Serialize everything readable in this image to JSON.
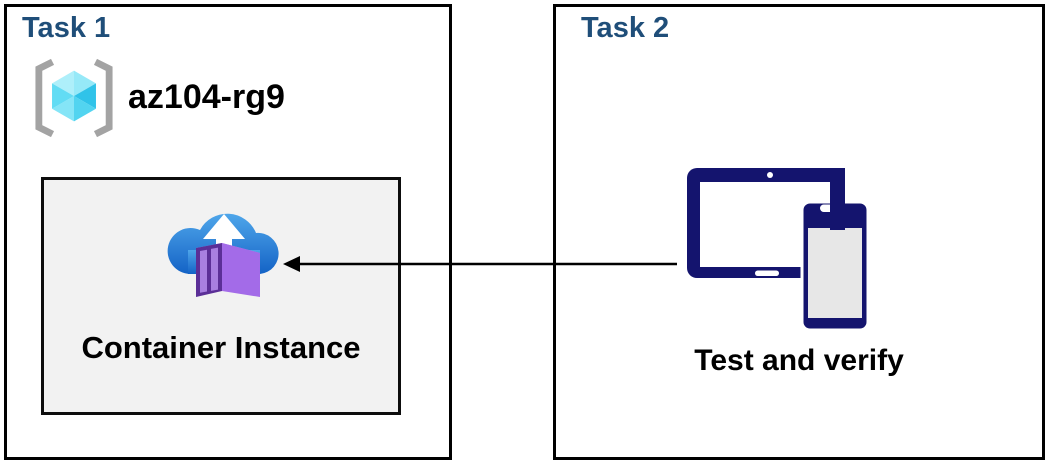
{
  "task1": {
    "title": "Task 1",
    "resource_group": {
      "icon": "resource-group-icon",
      "name": "az104-rg9"
    },
    "container_box": {
      "icon": "container-instances-icon",
      "label": "Container Instance"
    }
  },
  "task2": {
    "title": "Task 2",
    "devices": {
      "icon": "devices-icon",
      "label": "Test and verify"
    }
  },
  "arrow": {
    "from": "task2-devices",
    "to": "task1-container-instance",
    "direction": "right-to-left"
  },
  "colors": {
    "task_title_blue": "#1F4E79",
    "box_border": "#000000",
    "container_box_fill": "#F2F2F2",
    "device_navy": "#14146E",
    "cloud_blue_top": "#4FA6EA",
    "cloud_blue_bottom": "#1463C6",
    "container_purple_front": "#5B2F97",
    "container_purple_stripe": "#A87FE0",
    "container_purple_side": "#A36BE8",
    "container_purple_top": "#B48CEE",
    "cube_cyan_top_left": "#AEEFFA",
    "cube_cyan_top_right": "#96E9F8",
    "cube_cyan_right": "#30C3E9",
    "cube_cyan_bottom_right": "#52D4F0",
    "cube_cyan_bottom_left": "#85E5F7",
    "cube_cyan_left": "#62DCF4",
    "bracket_gray": "#A3A3A3",
    "label_text": "#000000"
  }
}
